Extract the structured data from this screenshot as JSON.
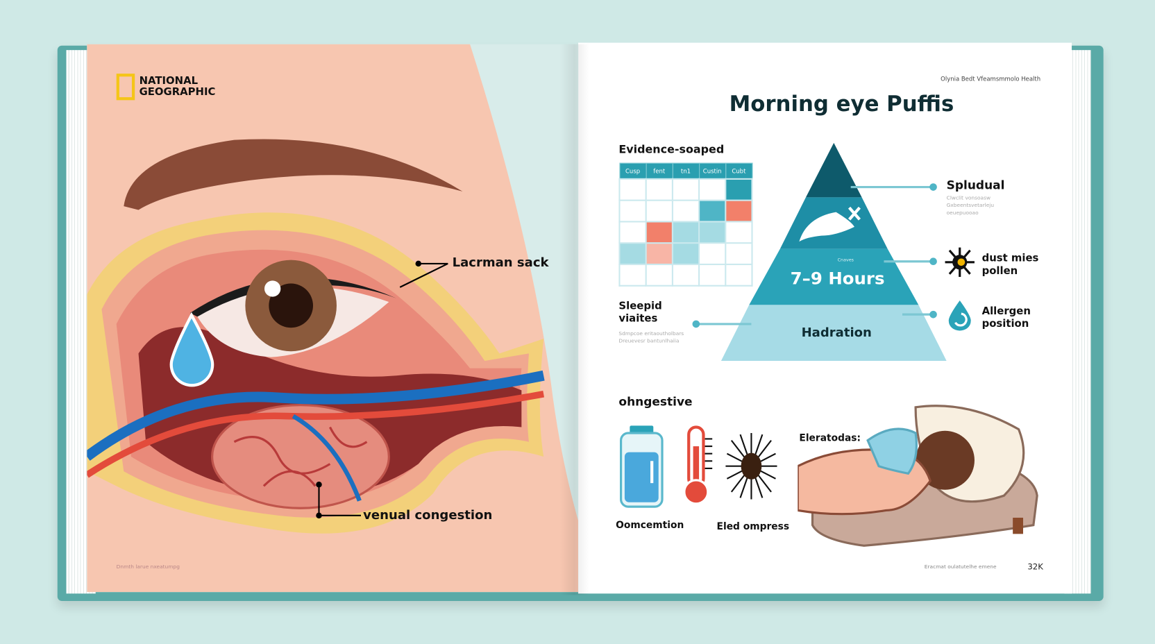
{
  "left_page": {
    "logo": {
      "line1": "NATIONAL",
      "line2": "GEOGRAPHIC",
      "color": "#f5c518"
    },
    "labels": {
      "lacrimal": "Lacrman sack",
      "venous": "venual congestion"
    },
    "footer": "Dnmth larue nxeatumpg"
  },
  "right_page": {
    "header": "Olynia Bedt Vfeamsmmolo Health",
    "title": "Morning eye Puffis",
    "table": {
      "title": "Evidence-soaped",
      "columns": [
        "Cusp",
        "fent",
        "tn1",
        "Custin",
        "Cubt"
      ]
    },
    "pyramid": {
      "tiers": [
        "",
        "",
        "7–9 Hours",
        "Hadration"
      ],
      "hours_caption": "Cnaves",
      "colors": [
        "#0e5a6b",
        "#1e8ea6",
        "#2aa3b8",
        "#a6dbe6"
      ]
    },
    "callouts": {
      "top": {
        "title": "Spludual",
        "text": [
          "Clwclit vonsoasw",
          "Gxbeentsvetarleju",
          "oeuepuooao"
        ]
      },
      "middle": {
        "line1": "dust mies",
        "line2": "pollen",
        "icon": "dust-mite-icon"
      },
      "bottom": {
        "line1": "Allergen",
        "line2": "position",
        "icon": "droplet-icon"
      },
      "left": {
        "line1": "Sleepid",
        "line2": "viaites",
        "text": [
          "Sdmpcoe eritaoutholbars",
          "Dreuevesr bantunlhaiia"
        ]
      }
    },
    "section": {
      "title": "ohngestive",
      "items": [
        {
          "label": "Oomcemtion",
          "icon": "water-bottle-icon"
        },
        {
          "label": "",
          "icon": "thermometer-icon"
        },
        {
          "label": "Eled ompress",
          "icon": "dust-mite-icon"
        }
      ],
      "elevation_label": "Eleratodas:"
    },
    "footer": {
      "text": "Eracmat oulatutelhe emene",
      "page": "32K"
    }
  }
}
